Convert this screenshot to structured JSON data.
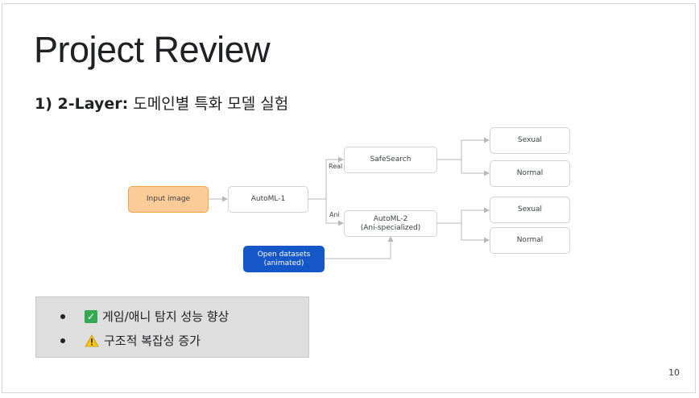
{
  "slide": {
    "title": "Project Review",
    "subtitle_bold": "1) 2-Layer:",
    "subtitle_rest": " 도메인별 특화 모델 실험",
    "page_number": "10"
  },
  "diagram": {
    "nodes": {
      "input_image": "Input image",
      "automl1": "AutoML-1",
      "safesearch": "SafeSearch",
      "automl2": "AutoML-2\n(Ani-specialized)",
      "open_datasets": "Open datasets\n(animated)",
      "sexual_real": "Sexual",
      "normal_real": "Normal",
      "sexual_ani": "Sexual",
      "normal_ani": "Normal"
    },
    "edge_labels": {
      "real": "Real",
      "ani": "Ani"
    }
  },
  "bullets": [
    {
      "icon": "check-icon",
      "text": "게임/애니 탐지 성능 향상"
    },
    {
      "icon": "warning-icon",
      "text": "구조적 복잡성 증가"
    }
  ]
}
